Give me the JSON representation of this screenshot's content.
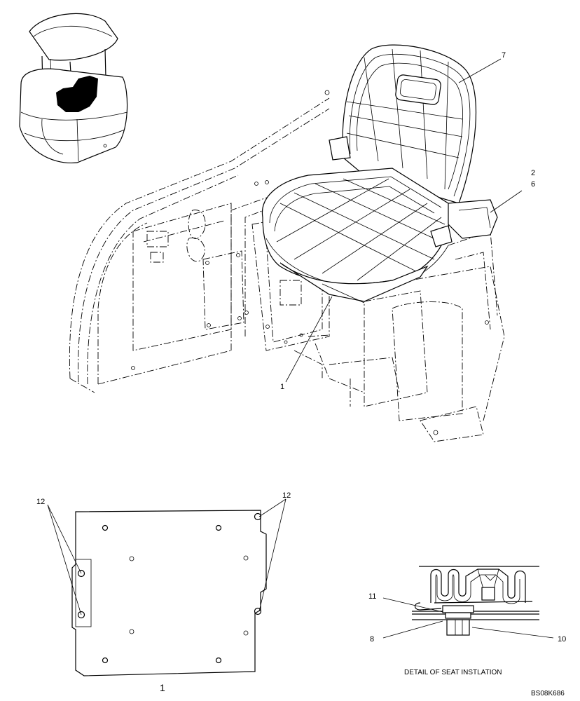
{
  "callouts": {
    "seat": "7",
    "part2": "2",
    "part6": "6",
    "support": "1",
    "plate_left": "12",
    "plate_right": "12",
    "detail_11": "11",
    "detail_8": "8",
    "detail_10": "10"
  },
  "plate_part_number": "1",
  "detail_caption": "DETAIL OF SEAT INSTLATION",
  "drawing_id": "BS08K686"
}
